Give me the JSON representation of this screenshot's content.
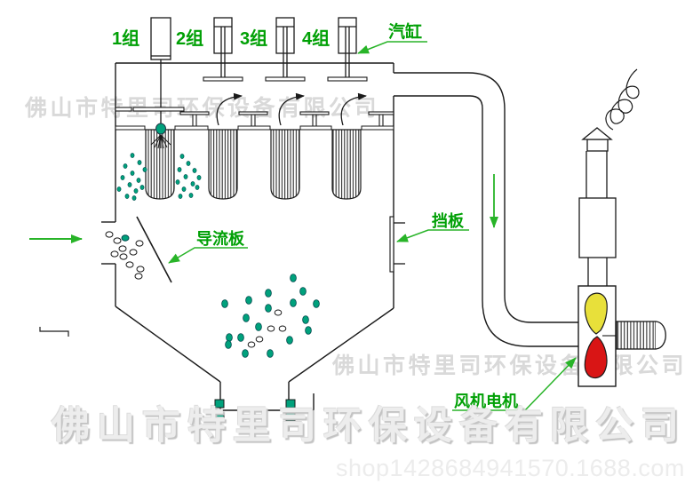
{
  "labels": {
    "group1": "1组",
    "group2": "2组",
    "group3": "3组",
    "group4": "4组",
    "cylinder": "汽缸",
    "deflector": "导流板",
    "baffle": "挡板",
    "fan_motor": "风机电机"
  },
  "watermarks": {
    "company": "佛山市特里司环保设备有限公司",
    "shop_url": "shop1428684941570.1688.com"
  },
  "colors": {
    "line_black": "#1a1a1a",
    "label_green": "#00a005",
    "arrow_green": "#28b428",
    "particle_teal": "#00a17c",
    "blade_yellow": "#e8e03a",
    "blade_red": "#d91515",
    "watermark_gray": "#d9d9d9"
  }
}
